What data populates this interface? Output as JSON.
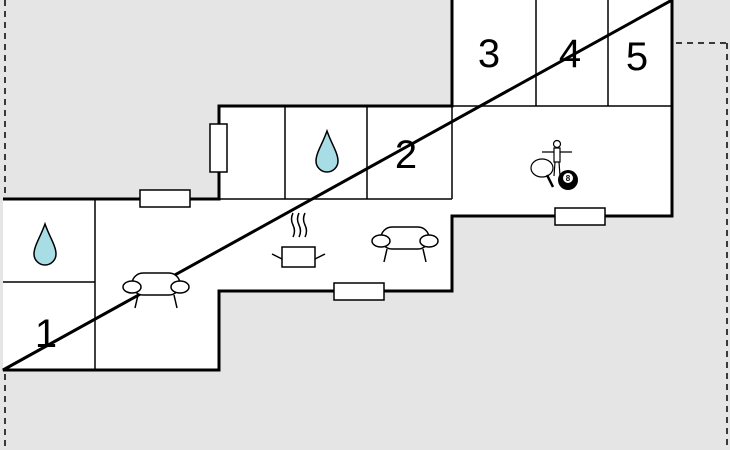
{
  "floorplan": {
    "room_labels": [
      "1",
      "2",
      "3",
      "4",
      "5"
    ],
    "colors": {
      "outside": "#e5e5e5",
      "floor": "#ffffff",
      "wall": "#000000",
      "water": "#a8dde6"
    },
    "icons": [
      "water-drop-icon",
      "water-drop-icon",
      "sofa-icon",
      "sofa-icon",
      "cooking-pot-icon",
      "table-football-icon",
      "table-tennis-icon",
      "billiard-ball-icon",
      "window-icon"
    ],
    "billiard_ball_number": "8"
  }
}
